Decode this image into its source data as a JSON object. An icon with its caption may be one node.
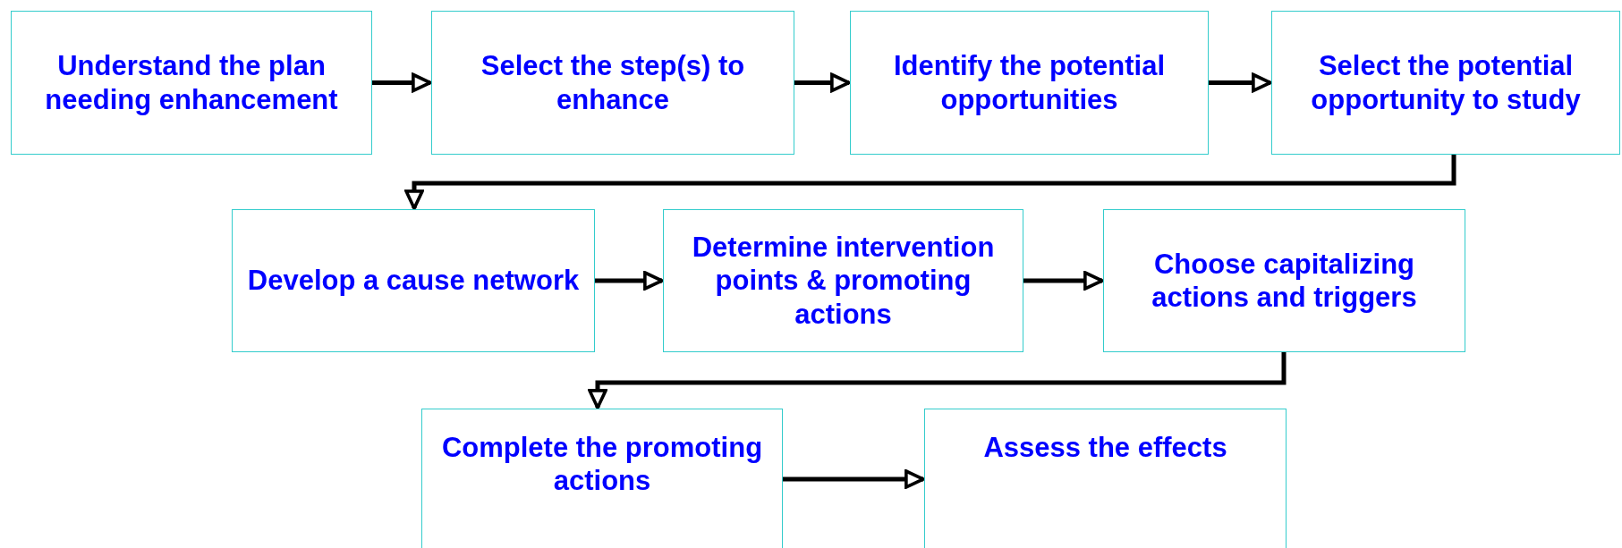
{
  "diagram": {
    "nodes": [
      {
        "text": [
          "Understand the plan needing enhancement"
        ]
      },
      {
        "text": [
          "Select the step(s) to enhance"
        ]
      },
      {
        "text": [
          "Identify the potential opportunities"
        ]
      },
      {
        "text": [
          "Select the potential opportunity to study"
        ]
      },
      {
        "text": [
          "Develop a cause network"
        ]
      },
      {
        "text": [
          "Determine intervention points & promoting actions"
        ]
      },
      {
        "text": [
          "Choose capitalizing actions and triggers"
        ]
      },
      {
        "text": [
          "Complete the promoting actions"
        ]
      },
      {
        "text": [
          "Assess the effects"
        ]
      }
    ],
    "edges": [
      {
        "from": 0,
        "to": 1,
        "arrow": "to"
      },
      {
        "from": 1,
        "to": 2,
        "arrow": "to"
      },
      {
        "from": 2,
        "to": 3,
        "arrow": "to"
      },
      {
        "from": 3,
        "to": 4,
        "arrow": "to"
      },
      {
        "from": 4,
        "to": 5,
        "arrow": "to"
      },
      {
        "from": 5,
        "to": 6,
        "arrow": "to"
      },
      {
        "from": 6,
        "to": 7,
        "arrow": "to"
      },
      {
        "from": 7,
        "to": 8,
        "arrow": "to"
      }
    ]
  }
}
